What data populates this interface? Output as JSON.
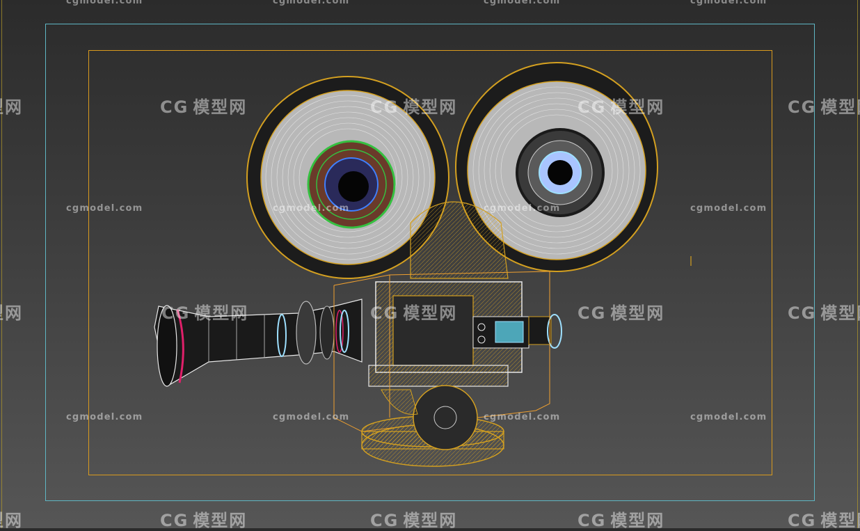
{
  "watermark": {
    "en": "cgmodel.com",
    "cn": "模型网",
    "logo_glyph": "CG"
  },
  "colors": {
    "background_top": "#2b2b2b",
    "background_bottom": "#565656",
    "safe_frame_outer": "#5fb7c4",
    "safe_frame_inner": "#d99a1e",
    "wire_main": "#d4a020",
    "wire_white": "#e8e8e8",
    "hub_green": "#35c040",
    "hub_blue": "#4080ff",
    "accent_cyan": "#9ee0ff",
    "accent_red": "#e0206a"
  },
  "icons": {
    "watermark_logo": "cg-logo-icon"
  }
}
